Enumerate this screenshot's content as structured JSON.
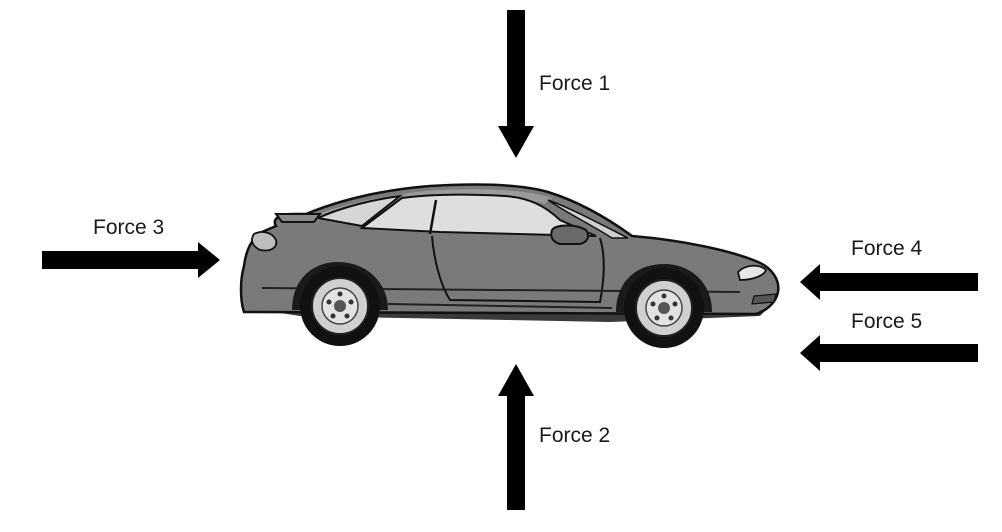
{
  "diagram": {
    "subject": "car",
    "arrow_color": "#000000",
    "car_body_color": "#777777",
    "forces": [
      {
        "id": "force-1",
        "label": "Force 1",
        "direction": "down"
      },
      {
        "id": "force-2",
        "label": "Force 2",
        "direction": "up"
      },
      {
        "id": "force-3",
        "label": "Force 3",
        "direction": "right"
      },
      {
        "id": "force-4",
        "label": "Force 4",
        "direction": "left"
      },
      {
        "id": "force-5",
        "label": "Force 5",
        "direction": "left"
      }
    ]
  }
}
